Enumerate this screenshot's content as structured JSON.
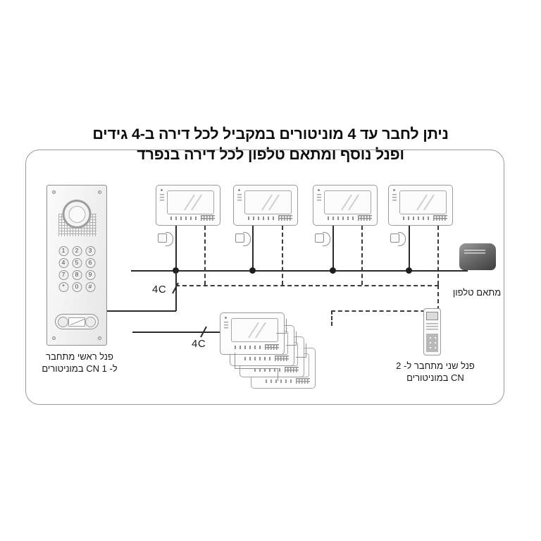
{
  "title": {
    "line1": "ניתן לחבר עד 4 מוניטורים במקביל לכל דירה ב-4 גידים",
    "line2": "ופנל נוסף ומתאם טלפון לכל דירה בנפרד"
  },
  "captions": {
    "main_panel": "פנל ראשי מתחבר\nל- CN 1 במוניטורים",
    "main_panel_line1": "פנל ראשי מתחבר",
    "main_panel_line2": "ל- CN 1 במוניטורים",
    "phone_adapter": "מתאם טלפון",
    "second_panel_line1": "פנל שני מתחבר ל- 2",
    "second_panel_line2": "CN במוניטורים"
  },
  "cable_labels": {
    "bus_main": "4C",
    "bus_second": "4C"
  },
  "keypad": {
    "keys": [
      "1",
      "2",
      "3",
      "4",
      "5",
      "6",
      "7",
      "8",
      "9",
      "*",
      "0",
      "#"
    ]
  },
  "devices": {
    "door_station": "door-station-panel",
    "phone_adapter": "phone-adapter",
    "second_panel": "second-door-panel",
    "top_monitors_count": 4,
    "stacked_monitors_count": 4
  },
  "colors": {
    "wire": "#2b2b2b",
    "frame": "#9a9a9a",
    "text": "#111111",
    "background": "#ffffff"
  }
}
